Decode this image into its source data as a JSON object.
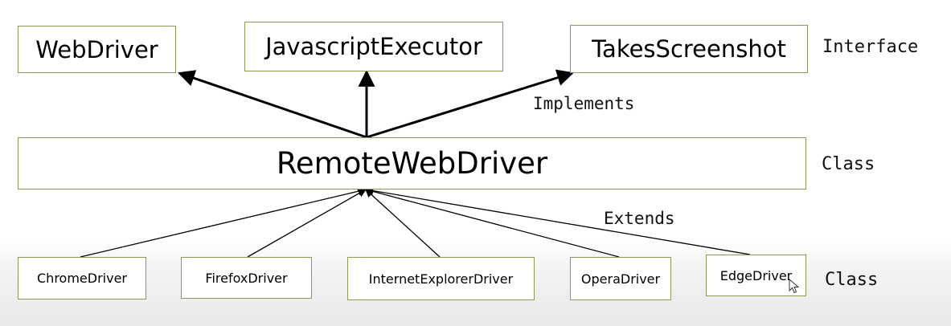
{
  "interfaces": [
    {
      "name": "WebDriver"
    },
    {
      "name": "JavascriptExecutor"
    },
    {
      "name": "TakesScreenshot"
    }
  ],
  "main_class": {
    "name": "RemoteWebDriver"
  },
  "subclasses": [
    {
      "name": "ChromeDriver"
    },
    {
      "name": "FirefoxDriver"
    },
    {
      "name": "InternetExplorerDriver"
    },
    {
      "name": "OperaDriver"
    },
    {
      "name": "EdgeDriver"
    }
  ],
  "labels": {
    "interface": "Interface",
    "implements": "Implements",
    "class_main": "Class",
    "extends": "Extends",
    "class_sub": "Class"
  },
  "colors": {
    "box_border": "#8a9a5b",
    "arrow": "#000000"
  },
  "icons": {
    "cursor": "mouse-pointer-icon"
  }
}
